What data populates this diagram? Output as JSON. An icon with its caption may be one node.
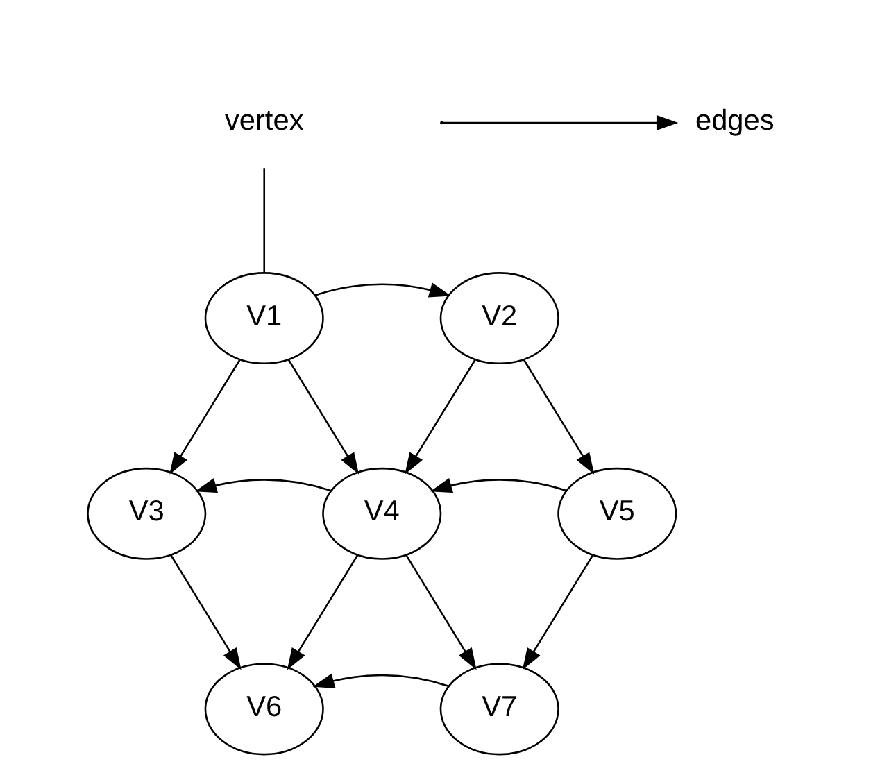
{
  "diagram": {
    "nodes": [
      {
        "text": [
          "V1"
        ]
      },
      {
        "text": [
          "V2"
        ]
      },
      {
        "text": [
          "V3"
        ]
      },
      {
        "text": [
          "V4"
        ]
      },
      {
        "text": [
          "V5"
        ]
      },
      {
        "text": [
          "V6"
        ]
      },
      {
        "text": [
          "V7"
        ]
      },
      {
        "text": [
          "vertex"
        ]
      },
      {
        "text": [
          "edges"
        ]
      }
    ],
    "edges": [
      {
        "from": 0,
        "to": 1,
        "arrow": "to"
      },
      {
        "from": 0,
        "to": 2,
        "arrow": "to"
      },
      {
        "from": 0,
        "to": 3,
        "arrow": "to"
      },
      {
        "from": 1,
        "to": 3,
        "arrow": "to"
      },
      {
        "from": 1,
        "to": 4,
        "arrow": "to"
      },
      {
        "from": 3,
        "to": 2,
        "arrow": "to"
      },
      {
        "from": 4,
        "to": 3,
        "arrow": "to"
      },
      {
        "from": 2,
        "to": 5,
        "arrow": "to"
      },
      {
        "from": 3,
        "to": 5,
        "arrow": "to"
      },
      {
        "from": 3,
        "to": 6,
        "arrow": "to"
      },
      {
        "from": 4,
        "to": 6,
        "arrow": "to"
      },
      {
        "from": 6,
        "to": 5,
        "arrow": "to"
      },
      {
        "from": 7,
        "to": 0,
        "arrow": "none"
      },
      {
        "from": null,
        "to": 8,
        "arrow": "to"
      }
    ]
  }
}
